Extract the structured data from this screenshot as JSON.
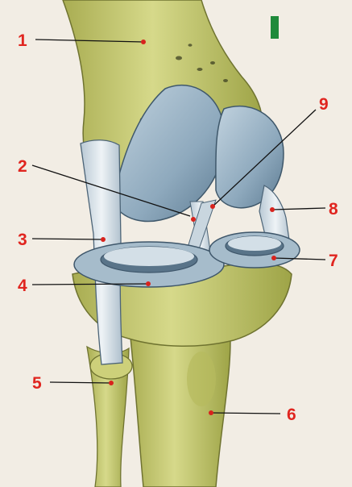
{
  "plate_mark": "I",
  "colors": {
    "background": "#f2ede4",
    "bone": "#c9cc6e",
    "bone_shade": "#9fa548",
    "cartilage": "#9fb6c9",
    "cartilage_dark": "#5f7d94",
    "ligament": "#d7e1e8",
    "label_red": "#e0251f",
    "plate_green": "#1f8a3a"
  },
  "labels": [
    {
      "id": "1",
      "text": "1"
    },
    {
      "id": "2",
      "text": "2"
    },
    {
      "id": "3",
      "text": "3"
    },
    {
      "id": "4",
      "text": "4"
    },
    {
      "id": "5",
      "text": "5"
    },
    {
      "id": "6",
      "text": "6"
    },
    {
      "id": "7",
      "text": "7"
    },
    {
      "id": "8",
      "text": "8"
    },
    {
      "id": "9",
      "text": "9"
    }
  ]
}
